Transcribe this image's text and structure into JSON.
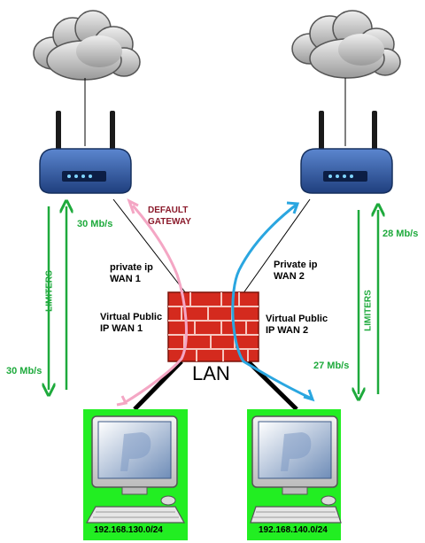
{
  "labels": {
    "default_gateway_line1": "DEFAULT",
    "default_gateway_line2": "GATEWAY",
    "limiter_left_top": "30 Mb/s",
    "limiter_left_bottom": "30 Mb/s",
    "limiter_right_top": "28 Mb/s",
    "limiter_right_bottom": "27 Mb/s",
    "limiters_left": "LIMITERS",
    "limiters_right": "LIMITERS",
    "private_ip_wan1_line1": "private ip",
    "private_ip_wan1_line2": "WAN 1",
    "private_ip_wan2_line1": "Private ip",
    "private_ip_wan2_line2": "WAN 2",
    "virtual_public_wan1_line1": "Virtual Public",
    "virtual_public_wan1_line2": "IP WAN 1",
    "virtual_public_wan2_line1": "Virtual Public",
    "virtual_public_wan2_line2": "IP WAN 2",
    "lan": "LAN",
    "subnet_left": "192.168.130.0/24",
    "subnet_right": "192.168.140.0/24"
  },
  "colors": {
    "limiter_green": "#1eaa3c",
    "pc_background_green": "#22ee22",
    "firewall_red": "#d42a1e",
    "gateway_text": "#8b1a2b",
    "pink_path": "#f4a6c4",
    "blue_path": "#2aa6e0",
    "router_blue": "#2c5aa8"
  },
  "icons": [
    "cloud-icon",
    "router-icon",
    "firewall-icon",
    "computer-icon"
  ]
}
